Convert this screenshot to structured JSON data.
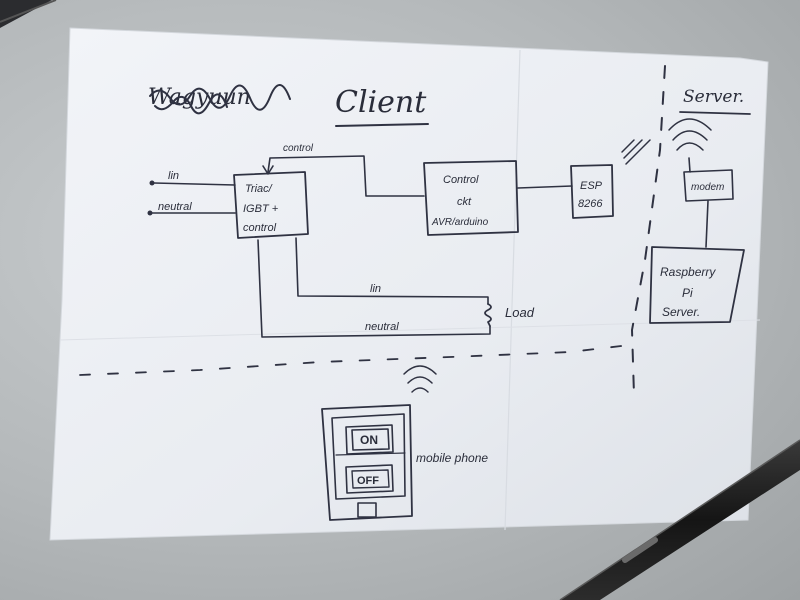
{
  "title": "Client",
  "scribbled_word": "Wagyuun",
  "server_title": "Server.",
  "triac_block": {
    "line1": "Triac/",
    "line2": "IGBT +",
    "line3": "control"
  },
  "control_block": {
    "line1": "Control",
    "line2": "ckt",
    "line3": "AVR/arduino"
  },
  "esp_block": {
    "line1": "ESP",
    "line2": "8266"
  },
  "modem_block": {
    "label": "modem"
  },
  "rpi_block": {
    "line1": "Raspberry",
    "line2": "Pi",
    "line3": "Server."
  },
  "inputs": {
    "line": "lin",
    "neutral": "neutral"
  },
  "control_label": "control",
  "load_label": "Load",
  "load_line_label": "lin",
  "load_neutral_label": "neutral",
  "phone": {
    "on_label": "ON",
    "off_label": "OFF",
    "caption": "mobile phone"
  },
  "colors": {
    "paper": "#eef1f5",
    "ink": "#2f3242",
    "table": "#b4b8ba"
  }
}
